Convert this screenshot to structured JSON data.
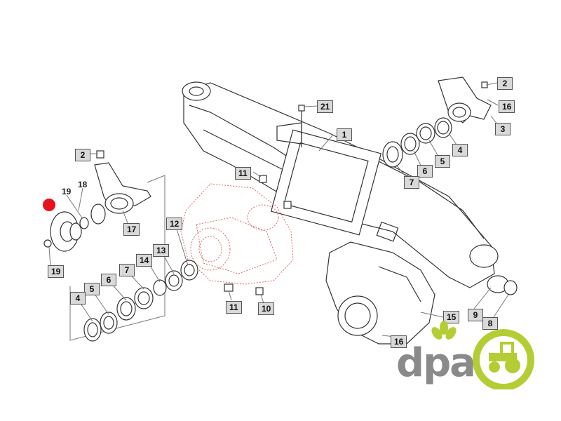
{
  "callouts": {
    "c1": "1",
    "c2a": "2",
    "c2b": "2",
    "c3": "3",
    "c4a": "4",
    "c4b": "4",
    "c5a": "5",
    "c5b": "5",
    "c6a": "6",
    "c6b": "6",
    "c7a": "7",
    "c7b": "7",
    "c8": "8",
    "c9": "9",
    "c10": "10",
    "c11a": "11",
    "c11b": "11",
    "c12": "12",
    "c13": "13",
    "c14": "14",
    "c15": "15",
    "c16a": "16",
    "c16b": "16",
    "c17": "17",
    "c18": "18",
    "c19a": "19",
    "c19b": "19",
    "c21": "21"
  },
  "logo": {
    "text": "dpa"
  },
  "colors": {
    "marker": "#e8101a",
    "logo_green": "#b5cd34",
    "logo_gray": "#8a8a8a"
  }
}
